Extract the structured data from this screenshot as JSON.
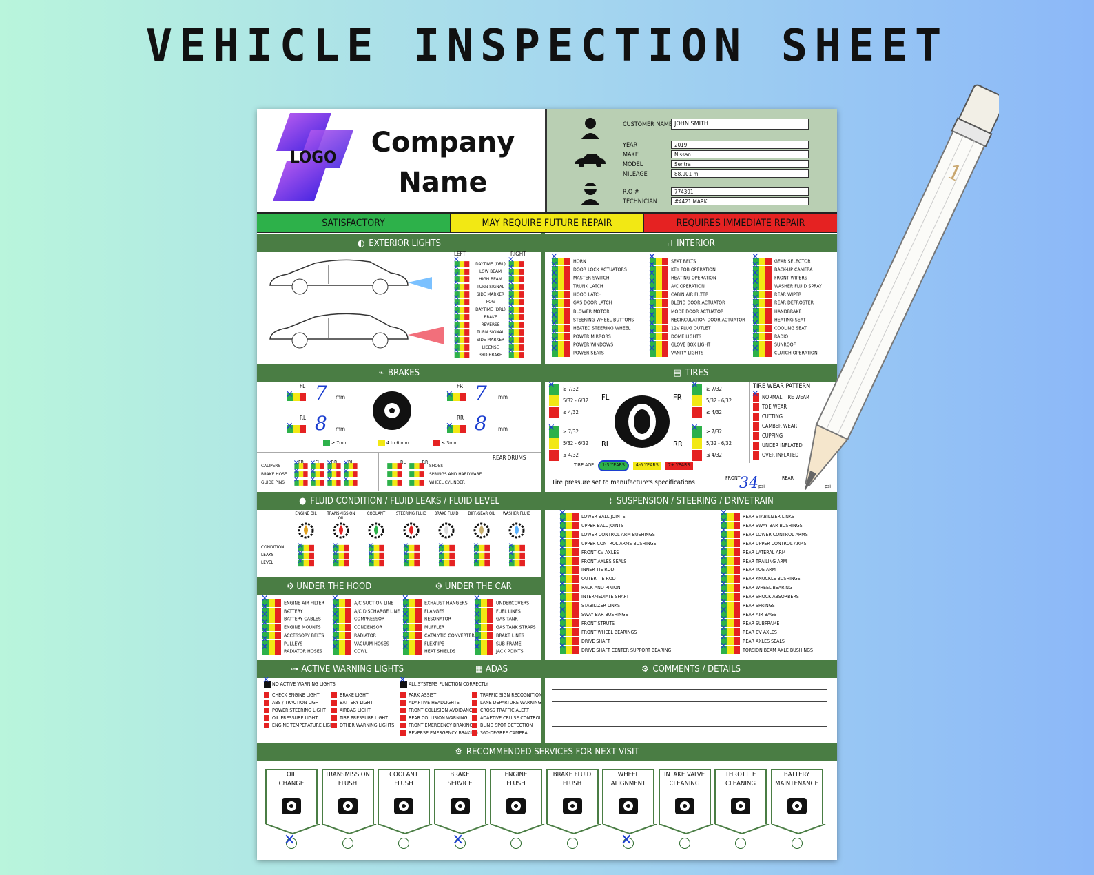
{
  "title": "VEHICLE INSPECTION SHEET",
  "logo": {
    "text": "LOGO"
  },
  "company": {
    "line1": "Company",
    "line2": "Name"
  },
  "customer": {
    "name_label": "CUSTOMER NAME",
    "name": "JOHN SMITH",
    "year_label": "YEAR",
    "year": "2019",
    "make_label": "MAKE",
    "make": "Nissan",
    "model_label": "MODEL",
    "model": "Sentra",
    "mileage_label": "MILEAGE",
    "mileage": "88,901 mi",
    "ro_label": "R.O #",
    "ro": "774391",
    "tech_label": "TECHNICIAN",
    "tech": "#4421 MARK"
  },
  "status": {
    "sat": "SATISFACTORY",
    "may": "MAY REQUIRE FUTURE REPAIR",
    "req": "REQUIRES IMMEDIATE REPAIR"
  },
  "sections": {
    "ext": "EXTERIOR LIGHTS",
    "int": "INTERIOR",
    "brakes": "BRAKES",
    "tires": "TIRES",
    "fluid": "FLUID CONDITION / FLUID LEAKS / FLUID LEVEL",
    "susp": "SUSPENSION / STEERING / DRIVETRAIN",
    "hood": "UNDER THE HOOD",
    "car": "UNDER THE CAR",
    "warn": "ACTIVE WARNING LIGHTS",
    "adas": "ADAS",
    "comments": "COMMENTS / DETAILS",
    "rec": "RECOMMENDED SERVICES FOR NEXT VISIT"
  },
  "ext": {
    "left": "LEFT",
    "right": "RIGHT",
    "front": [
      "DAYTIME (DRL)",
      "LOW BEAM",
      "HIGH BEAM",
      "TURN SIGNAL",
      "SIDE MARKER",
      "FOG"
    ],
    "rear": [
      "DAYTIME (DRL)",
      "BRAKE",
      "REVERSE",
      "TURN SIGNAL",
      "SIDE MARKER",
      "LICENSE",
      "3RD BRAKE"
    ]
  },
  "interior": {
    "col1": [
      "HORN",
      "DOOR LOCK ACTUATORS",
      "MASTER SWITCH",
      "TRUNK LATCH",
      "HOOD LATCH",
      "GAS DOOR LATCH",
      "BLOWER MOTOR",
      "STEERING WHEEL BUTTONS",
      "HEATED STEERING WHEEL",
      "POWER MIRRORS",
      "POWER WINDOWS",
      "POWER SEATS"
    ],
    "col2": [
      "SEAT BELTS",
      "KEY FOB OPERATION",
      "HEATING OPERATION",
      "A/C OPERATION",
      "CABIN AIR FILTER",
      "BLEND DOOR ACTUATOR",
      "MODE DOOR ACTUATOR",
      "RECIRCULATION DOOR ACTUATOR",
      "12V PLUG OUTLET",
      "DOME LIGHTS",
      "GLOVE BOX LIGHT",
      "VANITY LIGHTS"
    ],
    "col3": [
      "GEAR SELECTOR",
      "BACK-UP CAMERA",
      "FRONT WIPERS",
      "WASHER FLUID SPRAY",
      "REAR WIPER",
      "REAR DEFROSTER",
      "HANDBRAKE",
      "HEATING SEAT",
      "COOLING SEAT",
      "RADIO",
      "SUNROOF",
      "CLUTCH OPERATION"
    ]
  },
  "brakes": {
    "fl": "FL",
    "fr": "FR",
    "rl": "RL",
    "rr": "RR",
    "fl_v": "7",
    "fr_v": "7",
    "rl_v": "8",
    "rr_v": "8",
    "unit": "mm",
    "legend": [
      "≥ 7mm",
      "4 to 6 mm",
      "≤ 3mm"
    ],
    "hdr": [
      "FR",
      "FL",
      "RR",
      "RL"
    ],
    "parts": [
      "CALIPERS",
      "BRAKE HOSE",
      "GUIDE PINS"
    ],
    "drum_title": "REAR DRUMS",
    "drum_hdr": [
      "RL",
      "RR"
    ],
    "drum_parts": [
      "SHOES",
      "SPRINGS AND HARDWARE",
      "WHEEL CYLINDER"
    ]
  },
  "tires": {
    "fl": "FL",
    "fr": "FR",
    "rl": "RL",
    "rr": "RR",
    "grades": [
      "≥ 7/32",
      "5/32 - 6/32",
      "≤ 4/32"
    ],
    "wear_title": "TIRE WEAR PATTERN",
    "wear": [
      "NORMAL TIRE WEAR",
      "TOE WEAR",
      "CUTTING",
      "CAMBER WEAR",
      "CUPPING",
      "UNDER INFLATED",
      "OVER INFLATED"
    ],
    "age_label": "TIRE AGE",
    "ages": [
      "1-3 YEARS",
      "4-6 YEARS",
      "7+ YEARS"
    ],
    "pressure_note": "Tire pressure set to manufacture's specifications",
    "front_label": "FRONT",
    "front_v": "34",
    "psi": "psi",
    "rear_label": "REAR"
  },
  "fluids": {
    "names": [
      "ENGINE OIL",
      "TRANSMISSION OIL",
      "COOLANT",
      "STEERING FLUID",
      "BRAKE FLUID",
      "DIFF/GEAR OIL",
      "WASHER FLUID"
    ],
    "rows": [
      "CONDITION",
      "LEAKS",
      "LEVEL"
    ]
  },
  "susp": {
    "col1": [
      "LOWER BALL JOINTS",
      "UPPER BALL JOINTS",
      "LOWER CONTROL ARM BUSHINGS",
      "UPPER CONTROL ARMS BUSHINGS",
      "FRONT CV AXLES",
      "FRONT AXLES SEALS",
      "INNER TIE ROD",
      "OUTER TIE ROD",
      "RACK AND PINION",
      "INTERMEDIATE SHAFT",
      "STABILIZER LINKS",
      "SWAY BAR BUSHINGS",
      "FRONT STRUTS",
      "FRONT WHEEL BEARINGS",
      "DRIVE SHAFT",
      "DRIVE SHAFT CENTER SUPPORT BEARING"
    ],
    "col2": [
      "REAR STABILIZER LINKS",
      "REAR SWAY BAR BUSHINGS",
      "REAR LOWER CONTROL ARMS",
      "REAR UPPER CONTROL ARMS",
      "REAR LATERAL ARM",
      "REAR TRAILING ARM",
      "REAR TOE ARM",
      "REAR KNUCKLE BUSHINGS",
      "REAR WHEEL BEARING",
      "REAR SHOCK ABSORBERS",
      "REAR SPRINGS",
      "REAR AIR BAGS",
      "REAR SUBFRAME",
      "REAR CV AXLES",
      "REAR AXLES SEALS",
      "TORSION BEAM AXLE BUSHINGS"
    ]
  },
  "hood": {
    "col1": [
      "ENGINE AIR FILTER",
      "BATTERY",
      "BATTERY CABLES",
      "ENGINE MOUNTS",
      "ACCESSORY BELTS",
      "PULLEYS",
      "RADIATOR HOSES"
    ],
    "col2": [
      "A/C SUCTION LINE",
      "A/C DISCHARGE LINE",
      "COMPRESSOR",
      "CONDENSOR",
      "RADIATOR",
      "VACUUM HOSES",
      "COWL"
    ]
  },
  "car": {
    "col1": [
      "EXHAUST HANGERS",
      "FLANGES",
      "RESONATOR",
      "MUFFLER",
      "CATALYTIC CONVERTER",
      "FLEXPIPE",
      "HEAT SHIELDS"
    ],
    "col2": [
      "UNDERCOVERS",
      "FUEL LINES",
      "GAS TANK",
      "GAS TANK STRAPS",
      "BRAKE LINES",
      "SUB-FRAME",
      "JACK POINTS"
    ]
  },
  "warn": {
    "none": "NO ACTIVE WARNING LIGHTS",
    "col1": [
      "CHECK ENGINE LIGHT",
      "ABS / TRACTION LIGHT",
      "POWER STEERING LIGHT",
      "OIL PRESSURE LIGHT",
      "ENGINE TEMPERATURE LIGHT"
    ],
    "col2": [
      "BRAKE LIGHT",
      "BATTERY LIGHT",
      "AIRBAG LIGHT",
      "TIRE PRESSURE LIGHT",
      "OTHER WARNING LIGHTS"
    ]
  },
  "adas": {
    "all": "ALL SYSTEMS FUNCTION CORRECTLY",
    "col1": [
      "PARK ASSIST",
      "ADAPTIVE HEADLIGHTS",
      "FRONT COLLISION AVOIDANCE",
      "REAR COLLISION WARNING",
      "FRONT EMERGENCY BRAKING",
      "REVERSE EMERGENCY BRAKING"
    ],
    "col2": [
      "TRAFFIC SIGN RECOGNITION",
      "LANE DEPARTURE WARNING",
      "CROSS TRAFFIC ALERT",
      "ADAPTIVE CRUISE CONTROL",
      "BLIND SPOT DETECTION",
      "360-DEGREE CAMERA"
    ]
  },
  "services": [
    {
      "l1": "OIL",
      "l2": "CHANGE",
      "icon": "oil-can-icon"
    },
    {
      "l1": "TRANSMISSION",
      "l2": "FLUSH",
      "icon": "transmission-icon"
    },
    {
      "l1": "COOLANT",
      "l2": "FLUSH",
      "icon": "thermometer-icon"
    },
    {
      "l1": "BRAKE",
      "l2": "SERVICE",
      "icon": "brake-disc-icon"
    },
    {
      "l1": "ENGINE",
      "l2": "FLUSH",
      "icon": "piston-icon"
    },
    {
      "l1": "BRAKE FLUID",
      "l2": "FLUSH",
      "icon": "fluid-bottle-icon"
    },
    {
      "l1": "WHEEL",
      "l2": "ALIGNMENT",
      "icon": "steering-wheel-icon"
    },
    {
      "l1": "INTAKE VALVE",
      "l2": "CLEANING",
      "icon": "spray-icon"
    },
    {
      "l1": "THROTTLE",
      "l2": "CLEANING",
      "icon": "throttle-body-icon"
    },
    {
      "l1": "BATTERY",
      "l2": "MAINTENANCE",
      "icon": "battery-icon"
    }
  ],
  "colors": {
    "green_bar": "#4a7d44",
    "sat": "#2db14a",
    "may": "#f2e814",
    "req": "#e52222",
    "pen_mark": "#1c3fd0"
  }
}
